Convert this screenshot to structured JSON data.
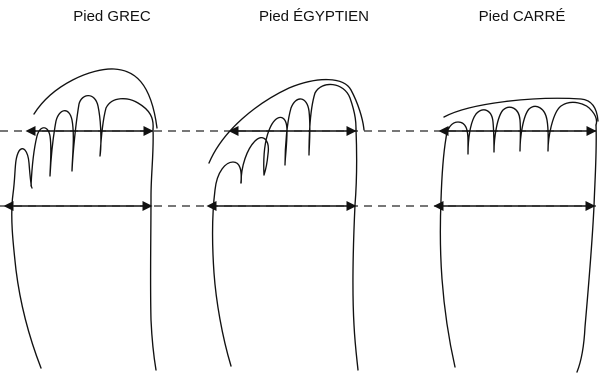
{
  "labels": {
    "grec": "Pied GREC",
    "egyptien": "Pied ÉGYPTIEN",
    "carre": "Pied CARRÉ"
  },
  "colors": {
    "line": "#111111",
    "guide": "#4a4a4a",
    "background": "#ffffff"
  }
}
